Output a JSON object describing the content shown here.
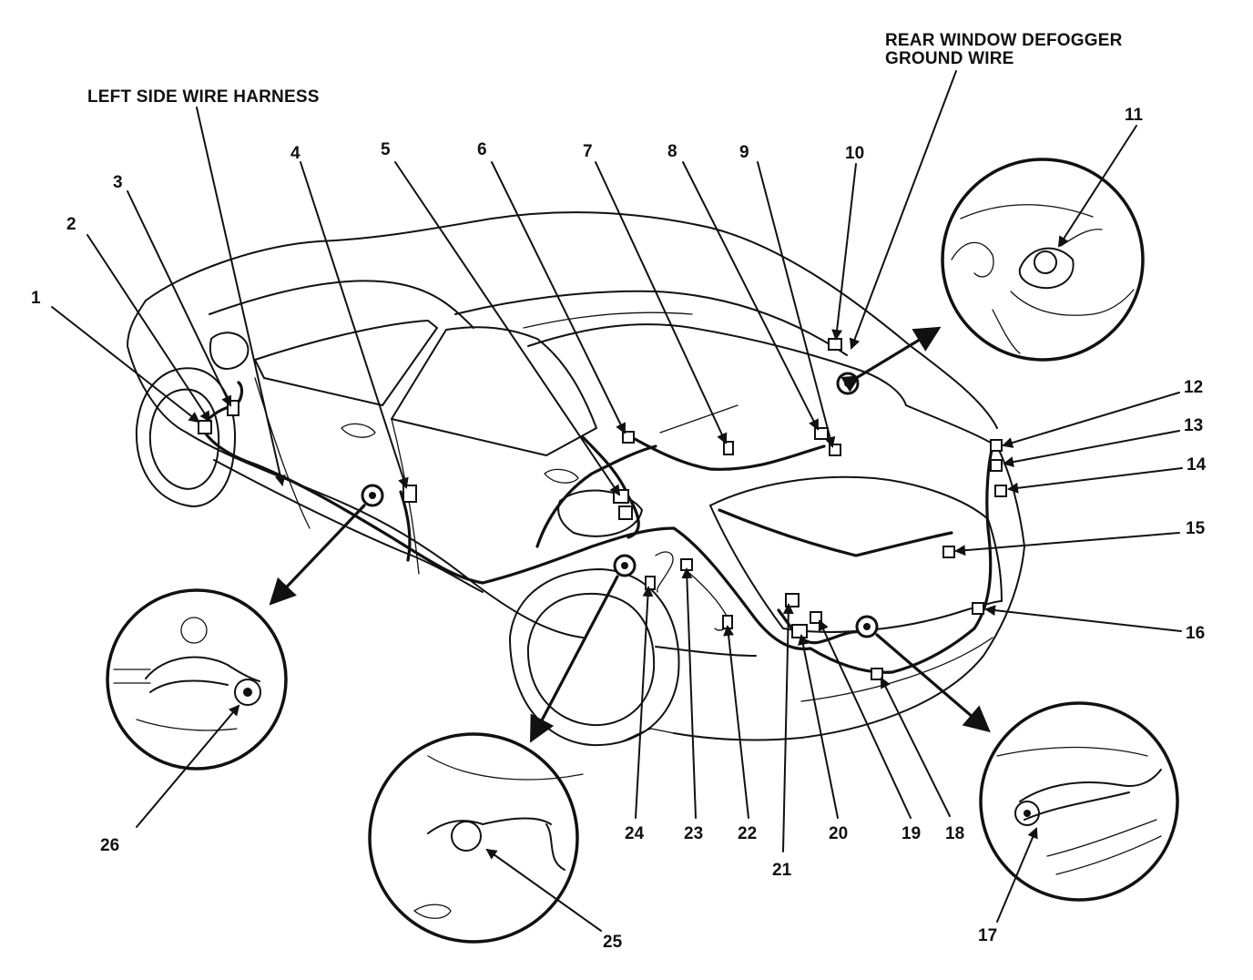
{
  "diagram": {
    "labels": {
      "left_side_wire_harness": "LEFT SIDE WIRE HARNESS",
      "rear_window_defogger_ground_wire_line1": "REAR WINDOW DEFOGGER",
      "rear_window_defogger_ground_wire_line2": "GROUND WIRE"
    },
    "callouts": [
      "1",
      "2",
      "3",
      "4",
      "5",
      "6",
      "7",
      "8",
      "9",
      "10",
      "11",
      "12",
      "13",
      "14",
      "15",
      "16",
      "17",
      "18",
      "19",
      "20",
      "21",
      "22",
      "23",
      "24",
      "25",
      "26"
    ],
    "colors": {
      "ink": "#111111",
      "paper": "#ffffff"
    }
  }
}
